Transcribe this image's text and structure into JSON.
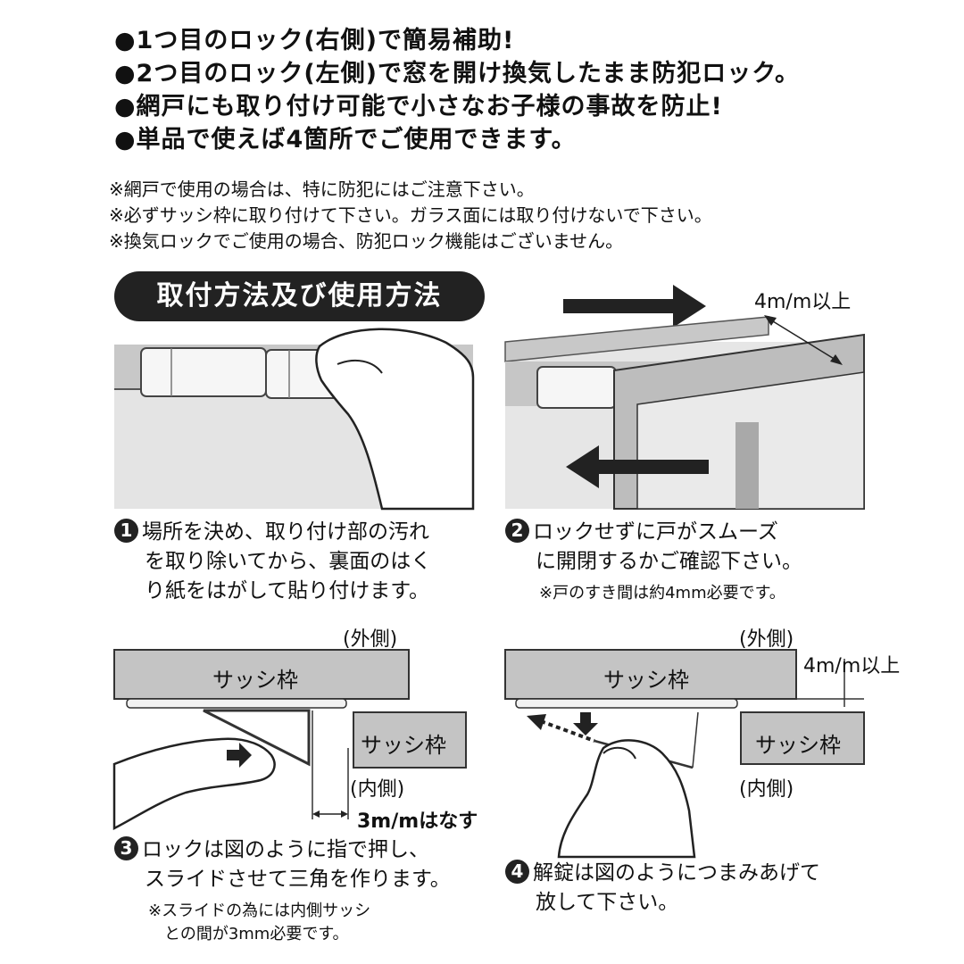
{
  "features": [
    "●1つ目のロック(右側)で簡易補助!",
    "●2つ目のロック(左側)で窓を開け換気したまま防犯ロック。",
    "●網戸にも取り付け可能で小さなお子様の事故を防止!",
    "●単品で使えば4箇所でご使用できます。"
  ],
  "notes": [
    "※網戸で使用の場合は、特に防犯にはご注意下さい。",
    "※必ずサッシ枠に取り付けて下さい。ガラス面には取り付けないで下さい。",
    "※換気ロックでご使用の場合、防犯ロック機能はございません。"
  ],
  "heading": "取付方法及び使用方法",
  "steps": [
    {
      "num": "1",
      "lines": [
        "場所を決め、取り付け部の汚れ",
        "を取り除いてから、裏面のはく",
        "り紙をはがして貼り付けます。"
      ],
      "sub": []
    },
    {
      "num": "2",
      "lines": [
        "ロックせずに戸がスムーズ",
        "に開閉するかご確認下さい。"
      ],
      "sub": [
        "※戸のすき間は約4mm必要です。"
      ]
    },
    {
      "num": "3",
      "lines": [
        "ロックは図のように指で押し、",
        "スライドさせて三角を作ります。"
      ],
      "sub": [
        "※スライドの為には内側サッシ",
        "との間が3mm必要です。"
      ]
    },
    {
      "num": "4",
      "lines": [
        "解錠は図のようにつまみあげて",
        "放して下さい。"
      ],
      "sub": []
    }
  ],
  "diagram_labels": {
    "gap_4mm": "4m/m以上",
    "outside": "(外側)",
    "inside": "(内側)",
    "sash_frame": "サッシ枠",
    "gap_3mm": "3m/mはなす"
  }
}
